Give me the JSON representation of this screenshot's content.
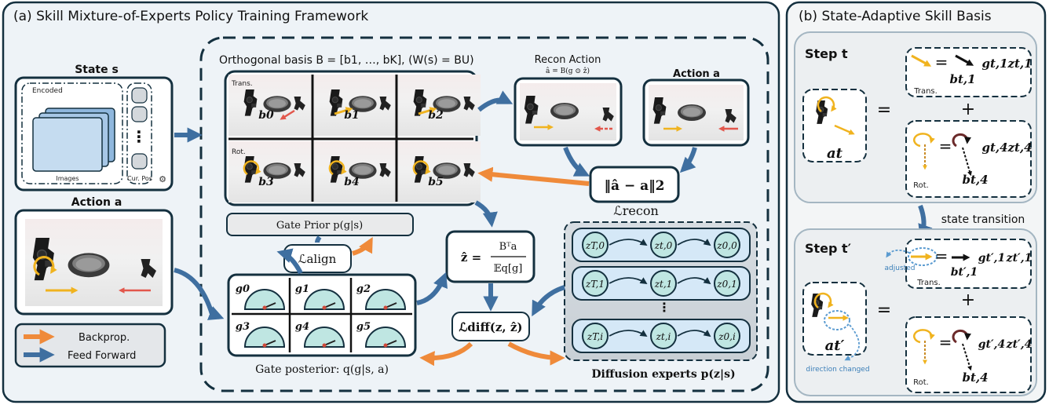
{
  "panel_a": {
    "title": "(a) Skill Mixture-of-Experts Policy Training Framework",
    "state": {
      "title": "State s",
      "encoded": "Encoded",
      "images": "Images",
      "cur_pos": "Cur. Pos",
      "dots": "⋮"
    },
    "action_box": {
      "title": "Action a"
    },
    "legend": {
      "backprop": "Backprop.",
      "feed_forward": "Feed Forward"
    },
    "basis": {
      "title": "Orthogonal basis B = [b1, …, bK], (W(s) = BU)",
      "trans_label": "Trans.",
      "rot_label": "Rot.",
      "cells": [
        "b0",
        "b1",
        "b2",
        "b3",
        "b4",
        "b5"
      ]
    },
    "recon_action": {
      "title": "Recon Action",
      "formula": "â = B(g ⊙ ẑ)"
    },
    "action_right": {
      "title": "Action a"
    },
    "loss_recon": {
      "norm": "‖â − a‖2",
      "label": "ℒrecon"
    },
    "gate_prior": {
      "label": "Gate Prior p(g|s)"
    },
    "loss_align": {
      "label": "ℒalign"
    },
    "z_hat": {
      "lhs": "ẑ =",
      "numerator": "Bᵀa",
      "denominator": "𝔼q[g]"
    },
    "gate_posterior": {
      "gates": [
        "g0",
        "g1",
        "g2",
        "g3",
        "g4",
        "g5"
      ],
      "label": "Gate posterior: q(g|s, a)"
    },
    "loss_diff": {
      "label": "ℒdiff(z, ẑ)"
    },
    "diffusion": {
      "rows": [
        [
          "zT,0",
          "zt,0",
          "z0,0"
        ],
        [
          "zT,1",
          "zt,1",
          "z0,1"
        ],
        [
          "zT,i",
          "zt,i",
          "z0,i"
        ]
      ],
      "dots": "⋮",
      "label": "Diffusion experts p(z|s)"
    }
  },
  "panel_b": {
    "title": "(b) State-Adaptive Skill Basis",
    "step1": {
      "title": "Step t",
      "state_label": "at",
      "equals": "=",
      "plus": "+",
      "trans": {
        "g": "gt,1",
        "z": "zt,1",
        "b": "bt,1",
        "label": "Trans."
      },
      "rot": {
        "g": "gt,4",
        "z": "zt,4",
        "b": "bt,4",
        "label": "Rot."
      }
    },
    "transition": {
      "label": "state transition"
    },
    "step2": {
      "title": "Step t′",
      "state_label": "at′",
      "equals": "=",
      "plus": "+",
      "adjusted": "adjusted",
      "direction_changed": "direction changed",
      "trans": {
        "g": "gt′,1",
        "z": "zt′,1",
        "b": "bt′,1",
        "label": "Trans."
      },
      "rot": {
        "g": "gt′,4",
        "z": "zt′,4",
        "b": "bt,4",
        "label": "Rot."
      }
    }
  },
  "colors": {
    "feed_forward": "#3f6fa0",
    "backprop": "#ef8a3a",
    "teal": "#bfe6e2",
    "dark": "#14303f",
    "panel_a_bg": "#eef3f7",
    "panel_b_bg": "#f3f5f6"
  }
}
